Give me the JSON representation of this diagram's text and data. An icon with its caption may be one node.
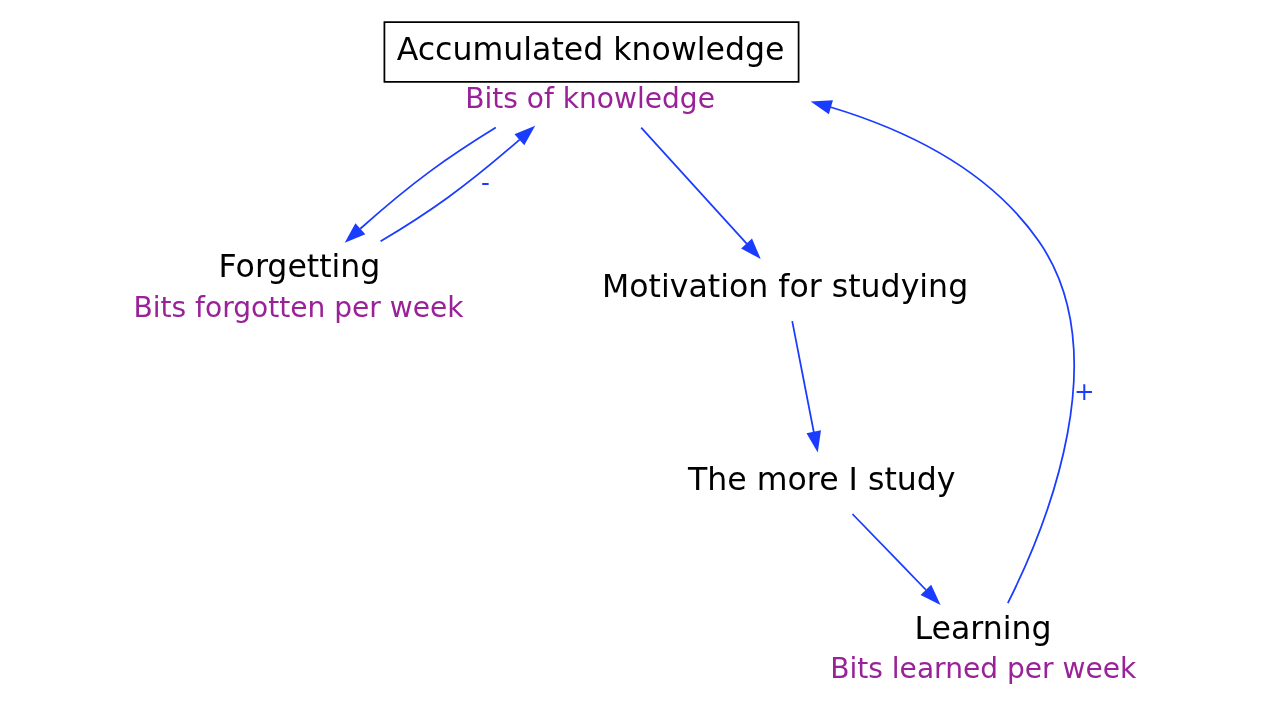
{
  "diagram": {
    "nodes": [
      {
        "text": [
          "Accumulated knowledge"
        ],
        "beside": [
          "Bits of knowledge"
        ]
      },
      {
        "text": [
          "Learning"
        ],
        "beside": [
          "Bits learned per week"
        ]
      },
      {
        "text": [
          "Forgetting"
        ],
        "beside": [
          "Bits forgotten per week"
        ]
      },
      {
        "text": [
          "The more I study"
        ]
      },
      {
        "text": [
          "Motivation for studying"
        ]
      }
    ],
    "edges": [
      {
        "from": 1,
        "to": 0,
        "arrow": "to",
        "label": "+"
      },
      {
        "from": 0,
        "to": 2,
        "arrow": "to"
      },
      {
        "from": 2,
        "to": 0,
        "arrow": "to",
        "label": "-"
      },
      {
        "from": 0,
        "to": 4,
        "arrow": "to"
      },
      {
        "from": 4,
        "to": 3,
        "arrow": "to"
      },
      {
        "from": 3,
        "to": 1,
        "arrow": "to"
      }
    ]
  }
}
